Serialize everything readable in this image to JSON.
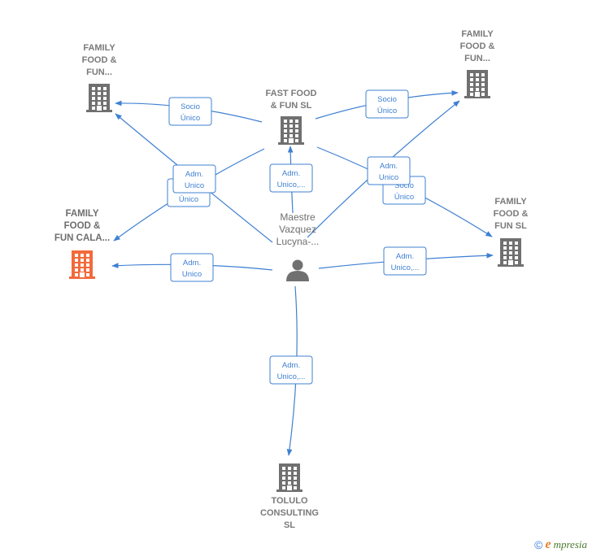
{
  "nodes": [
    {
      "id": "ff_top_left",
      "kind": "company",
      "lines": [
        "FAMILY",
        "FOOD &",
        "FUN..."
      ],
      "color": "#707070"
    },
    {
      "id": "ff_top_right",
      "kind": "company",
      "lines": [
        "FAMILY",
        "FOOD &",
        "FUN..."
      ],
      "color": "#707070"
    },
    {
      "id": "fast_food",
      "kind": "company",
      "lines": [
        "FAST FOOD",
        "& FUN  SL"
      ],
      "color": "#707070"
    },
    {
      "id": "ff_cala",
      "kind": "company",
      "lines": [
        "FAMILY",
        "FOOD &",
        "FUN CALA..."
      ],
      "color": "#f26a3b",
      "focus": true
    },
    {
      "id": "ff_right",
      "kind": "company",
      "lines": [
        "FAMILY",
        "FOOD &",
        "FUN  SL"
      ],
      "color": "#707070"
    },
    {
      "id": "tolulo",
      "kind": "company",
      "lines": [
        "TOLULO",
        "CONSULTING",
        "SL"
      ],
      "color": "#707070"
    },
    {
      "id": "person",
      "kind": "person",
      "lines": [
        "Maestre",
        "Vazquez",
        "Lucyna-..."
      ],
      "color": "#707070"
    }
  ],
  "edges": [
    {
      "from": "fast_food",
      "to": "ff_top_left",
      "label": [
        "Socio",
        "Único"
      ]
    },
    {
      "from": "fast_food",
      "to": "ff_top_right",
      "label": [
        "Socio",
        "Único"
      ]
    },
    {
      "from": "fast_food",
      "to": "ff_cala",
      "label": [
        "Socio",
        "Único"
      ]
    },
    {
      "from": "fast_food",
      "to": "ff_right",
      "label": [
        "Socio",
        "Único"
      ]
    },
    {
      "from": "person",
      "to": "ff_top_left",
      "label": [
        "Adm.",
        "Unico"
      ]
    },
    {
      "from": "person",
      "to": "ff_top_right",
      "label": [
        "Adm.",
        "Unico"
      ]
    },
    {
      "from": "person",
      "to": "fast_food",
      "label": [
        "Adm.",
        "Unico,..."
      ]
    },
    {
      "from": "person",
      "to": "ff_cala",
      "label": [
        "Adm.",
        "Unico"
      ]
    },
    {
      "from": "person",
      "to": "ff_right",
      "label": [
        "Adm.",
        "Unico,..."
      ]
    },
    {
      "from": "person",
      "to": "tolulo",
      "label": [
        "Adm.",
        "Unico,..."
      ]
    }
  ],
  "footer": {
    "copyright_symbol": "©",
    "brand_initial": "e",
    "brand_rest": "mpresia"
  },
  "colors": {
    "edge": "#3f80d2",
    "focus_company": "#f26a3b",
    "company": "#707070"
  }
}
